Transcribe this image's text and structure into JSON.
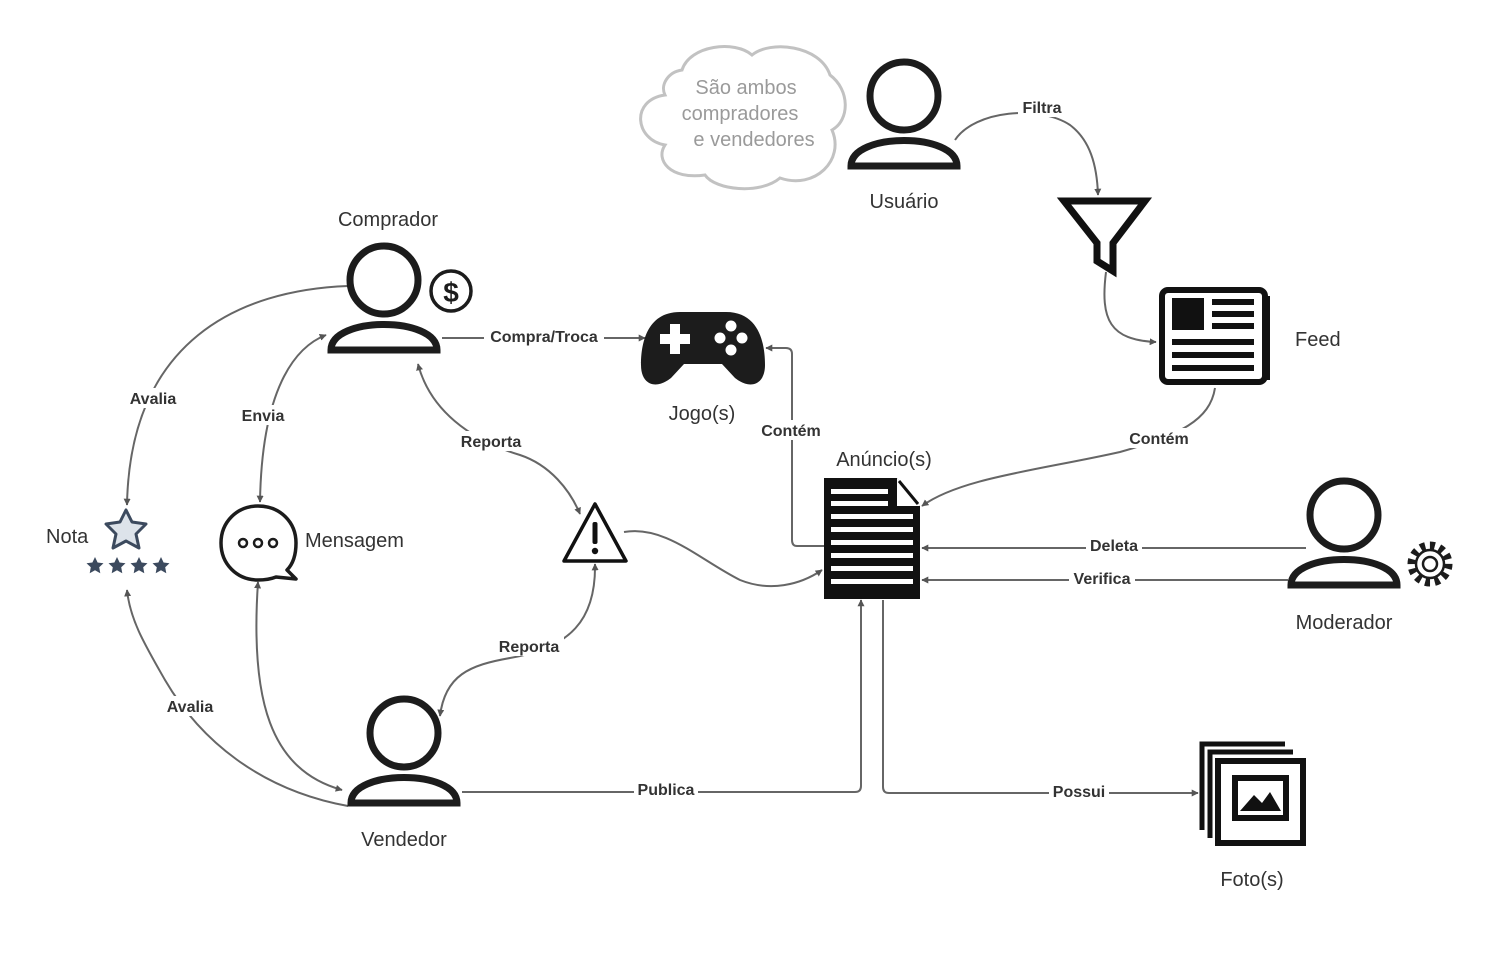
{
  "note": {
    "lines": [
      "São ambos",
      "compradores",
      "e vendedores"
    ]
  },
  "nodes": {
    "usuario": "Usuário",
    "comprador": "Comprador",
    "vendedor": "Vendedor",
    "moderador": "Moderador",
    "jogos": "Jogo(s)",
    "anuncios": "Anúncio(s)",
    "feed": "Feed",
    "fotos": "Foto(s)",
    "nota": "Nota",
    "mensagem": "Mensagem"
  },
  "edges": {
    "filtra": "Filtra",
    "compra_troca": "Compra/Troca",
    "contem_jogo": "Contém",
    "contem_feed": "Contém",
    "avalia_comprador": "Avalia",
    "avalia_vendedor": "Avalia",
    "envia": "Envia",
    "reporta_comprador": "Reporta",
    "reporta_vendedor": "Reporta",
    "deleta": "Deleta",
    "verifica": "Verifica",
    "publica": "Publica",
    "possui": "Possui"
  },
  "icons": {
    "person": "person-icon",
    "dollar": "dollar-icon",
    "gear": "gear-icon",
    "gamepad": "gamepad-icon",
    "document": "document-icon",
    "newspaper": "newspaper-icon",
    "filter": "filter-icon",
    "photos": "photos-icon",
    "star": "star-icon",
    "chat": "chat-bubble-icon",
    "warning": "warning-icon"
  },
  "colors": {
    "line": "#666666",
    "icon": "#1c1c1c",
    "note_text": "#9a9a9a",
    "star_fill": "#3c4a5e"
  }
}
